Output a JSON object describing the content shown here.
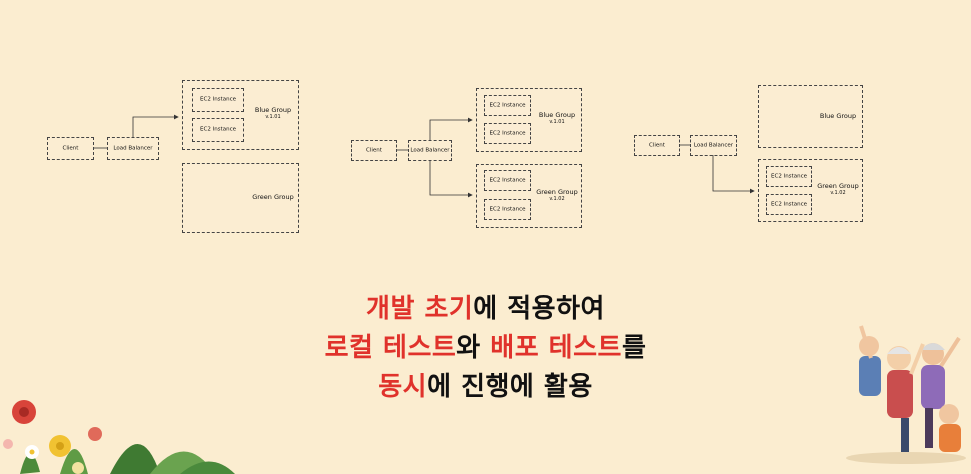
{
  "diagram_1": {
    "client": "Client",
    "load_balancer": "Load Balancer",
    "ec2_a": "EC2 Instance",
    "ec2_b": "EC2 Instance",
    "blue_group": "Blue Group",
    "blue_version": "v.1.01",
    "green_group": "Green Group"
  },
  "diagram_2": {
    "client": "Client",
    "load_balancer": "Load Balancer",
    "ec2_a": "EC2 Instance",
    "ec2_b": "EC2 Instance",
    "ec2_c": "EC2 Instance",
    "ec2_d": "EC2 Instance",
    "blue_group": "Blue Group",
    "blue_version": "v.1.01",
    "green_group": "Green Group",
    "green_version": "v.1.02"
  },
  "diagram_3": {
    "client": "Client",
    "load_balancer": "Load Balancer",
    "blue_group": "Blue Group",
    "ec2_a": "EC2 Instance",
    "ec2_b": "EC2 Instance",
    "green_group": "Green Group",
    "green_version": "v.1.02"
  },
  "caption": {
    "line1_red": "개발 초기",
    "line1_black": "에 적용하여",
    "line2_red1": "로컬 테스트",
    "line2_black1": "와 ",
    "line2_red2": "배포 테스트",
    "line2_black2": "를",
    "line3_red": "동시",
    "line3_black": "에 진행에 활용"
  },
  "colors": {
    "background": "#fbedd0",
    "accent_red": "#e0322b",
    "text": "#111111"
  }
}
